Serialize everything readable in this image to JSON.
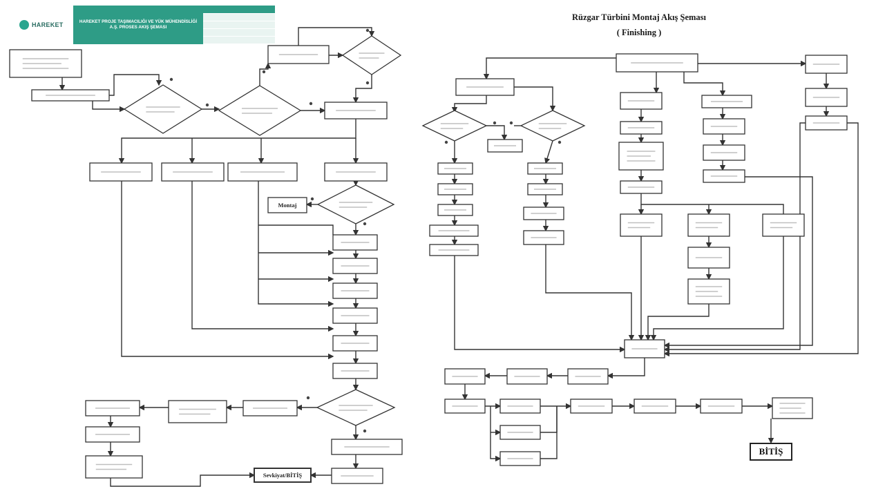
{
  "header": {
    "logo_text": "HAREKET",
    "title": "HAREKET PROJE TAŞIMACILIĞI VE YÜK MÜHENDİSLİĞİ A.Ş. PROSES AKIŞ ŞEMASI",
    "meta": [
      {
        "k": "",
        "v": ""
      },
      {
        "k": "",
        "v": ""
      },
      {
        "k": "",
        "v": ""
      },
      {
        "k": "",
        "v": ""
      },
      {
        "k": "",
        "v": ""
      }
    ]
  },
  "right_title": {
    "line1": "Rüzgar Türbini Montaj Akış Şeması",
    "line2": "( Finishing )"
  },
  "left_flow": {
    "montaj_label": "Montaj",
    "bold_step_label": "Sevkiyat/BİTİŞ"
  },
  "end_label": "BİTİŞ"
}
